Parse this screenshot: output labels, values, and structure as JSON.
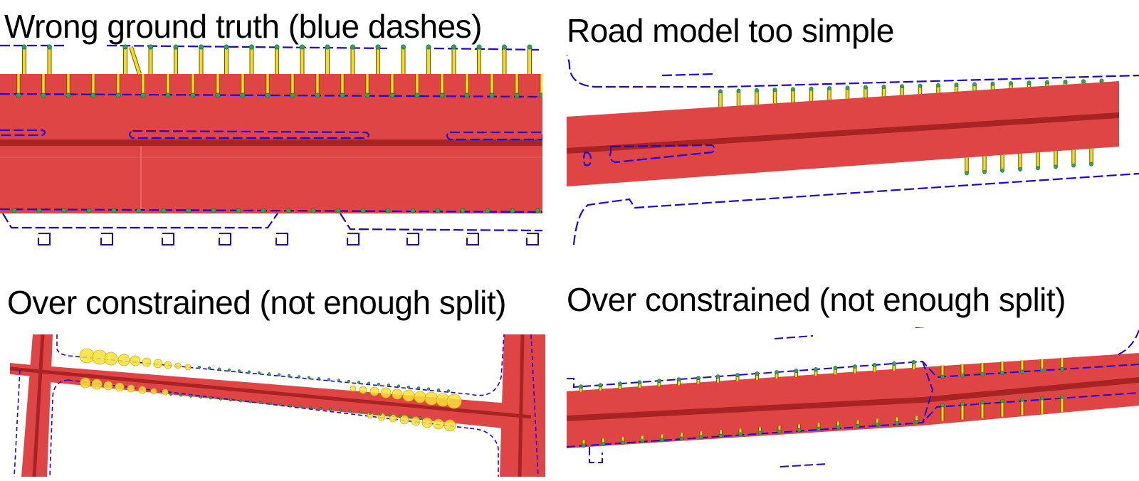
{
  "panels": [
    {
      "title": "Wrong ground truth (blue dashes)"
    },
    {
      "title": "Road model too simple"
    },
    {
      "title": "Over constrained (not enough split)"
    },
    {
      "title": "Over constrained (not enough split)"
    }
  ],
  "colors": {
    "road": "#e04545",
    "centerline": "#a82424",
    "ground_truth": "#2200dd",
    "connector": "#f5dd1a",
    "node": "#2ea84e",
    "uncertainty": "#f7e13a"
  }
}
